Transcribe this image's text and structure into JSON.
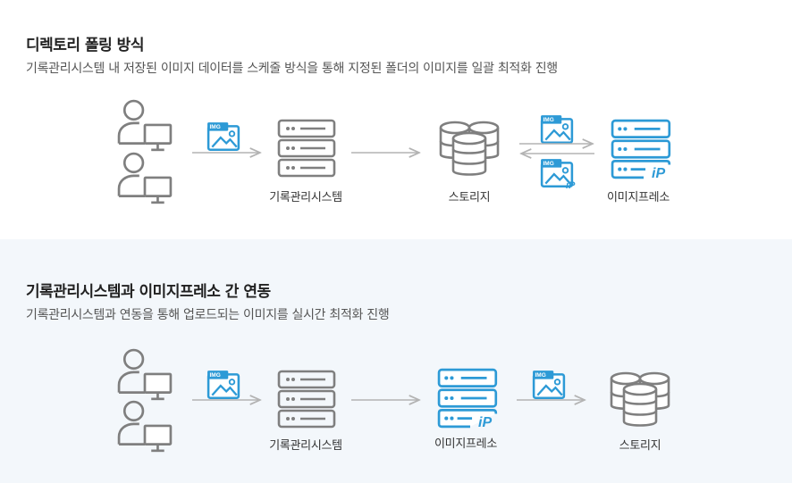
{
  "section1": {
    "title": "디렉토리 폴링 방식",
    "description": "기록관리시스템 내 저장된 이미지 데이터를 스케줄 방식을 통해 지정된 폴더의 이미지를 일괄 최적화 진행",
    "labels": {
      "records_system": "기록관리시스템",
      "storage": "스토리지",
      "image_press": "이미지프레소"
    }
  },
  "section2": {
    "title": "기록관리시스템과 이미지프레소 간 연동",
    "description": "기록관리시스템과 연동을 통해 업로드되는 이미지를 실시간 최적화 진행",
    "labels": {
      "records_system": "기록관리시스템",
      "image_press": "이미지프레소",
      "storage": "스토리지"
    }
  },
  "icon_text": {
    "img": "IMG",
    "ip": "iP"
  },
  "colors": {
    "accent": "#2d9ad6",
    "gray": "#7f7f7f",
    "arrow": "#b3b3b3",
    "panel2_bg": "#f3f7fb"
  }
}
